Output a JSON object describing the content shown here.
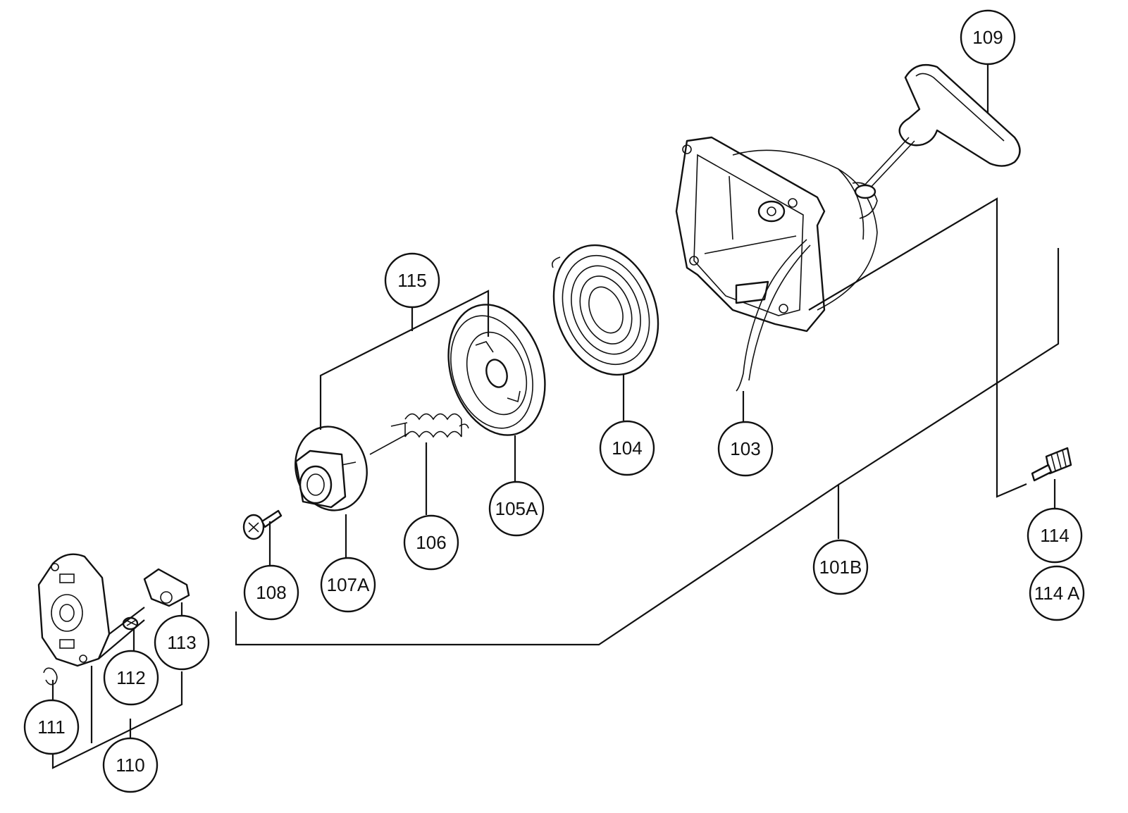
{
  "diagram": {
    "callouts": {
      "c109": "109",
      "c115": "115",
      "c104": "104",
      "c103": "103",
      "c105a": "105A",
      "c106": "106",
      "c107a": "107A",
      "c108": "108",
      "c101b": "101B",
      "c114": "114",
      "c114a": "114 A",
      "c113": "113",
      "c112": "112",
      "c111": "111",
      "c110": "110"
    }
  }
}
